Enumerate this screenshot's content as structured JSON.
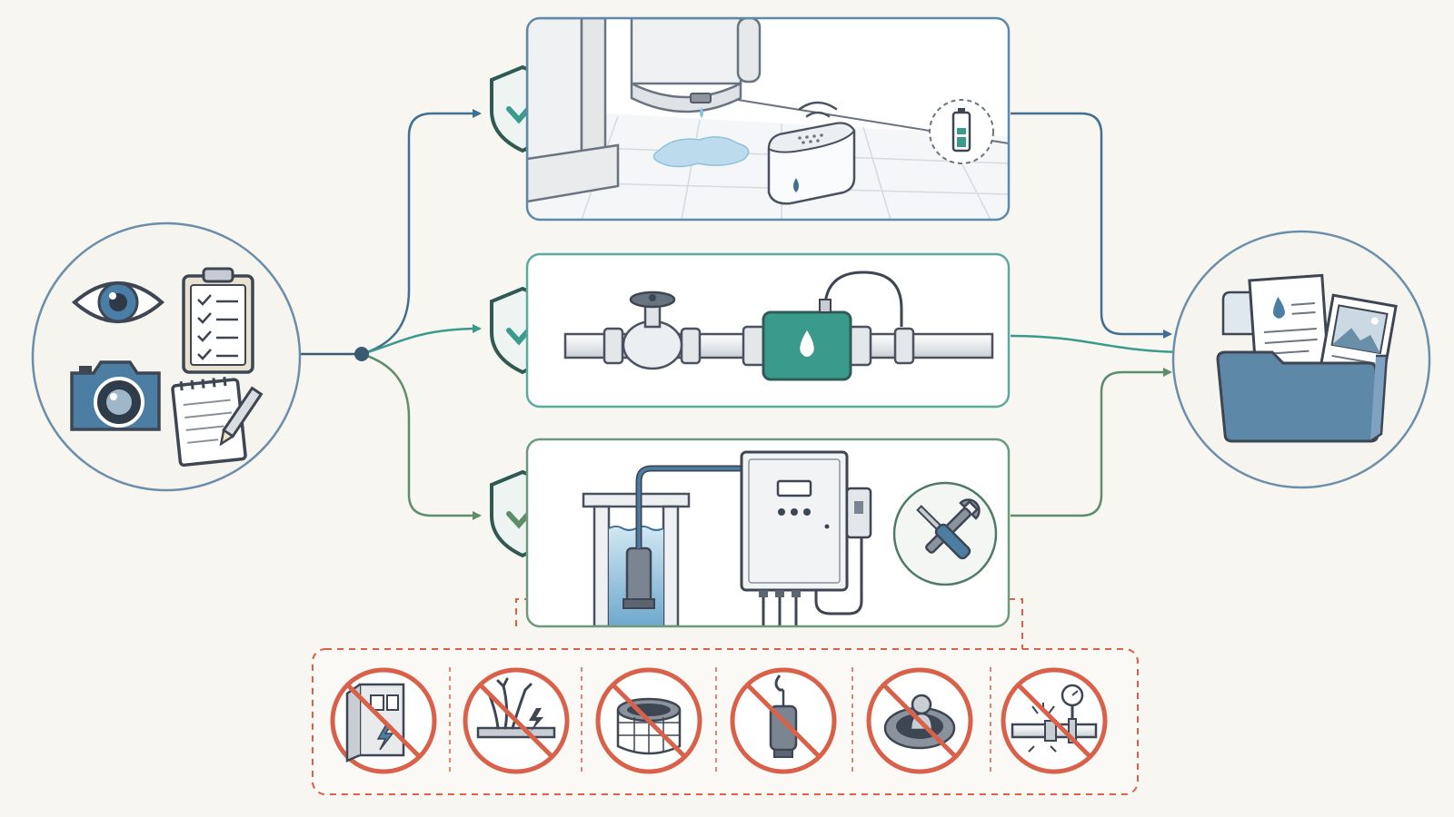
{
  "colors": {
    "background": "#f8f6f0",
    "blue": "#3f6f93",
    "teal": "#3a9a8c",
    "green": "#5f8d6b",
    "warning": "#d9614a",
    "outline": "#5c6470",
    "water": "#8fc1dd",
    "folder": "#5d88a8"
  },
  "icons": {
    "inputs": [
      "eye-icon",
      "clipboard-checklist-icon",
      "camera-icon",
      "notepad-pencil-icon"
    ],
    "branches": [
      "leak-sensor-water-heater-scene",
      "pipe-valve-flow-monitor-scene",
      "sump-pump-control-panel-scene"
    ],
    "extras": [
      "battery-status-icon",
      "wrench-screwdriver-icon"
    ],
    "checks": [
      "shield-check-icon",
      "shield-check-icon",
      "shield-check-icon"
    ],
    "output": "document-folder-icon",
    "prohibited": [
      "no-electrical-panel-icon",
      "no-damaged-wires-icon",
      "no-open-well-icon",
      "no-lifting-pump-icon",
      "no-confined-space-entry-icon",
      "no-pressurized-pipe-icon"
    ]
  }
}
